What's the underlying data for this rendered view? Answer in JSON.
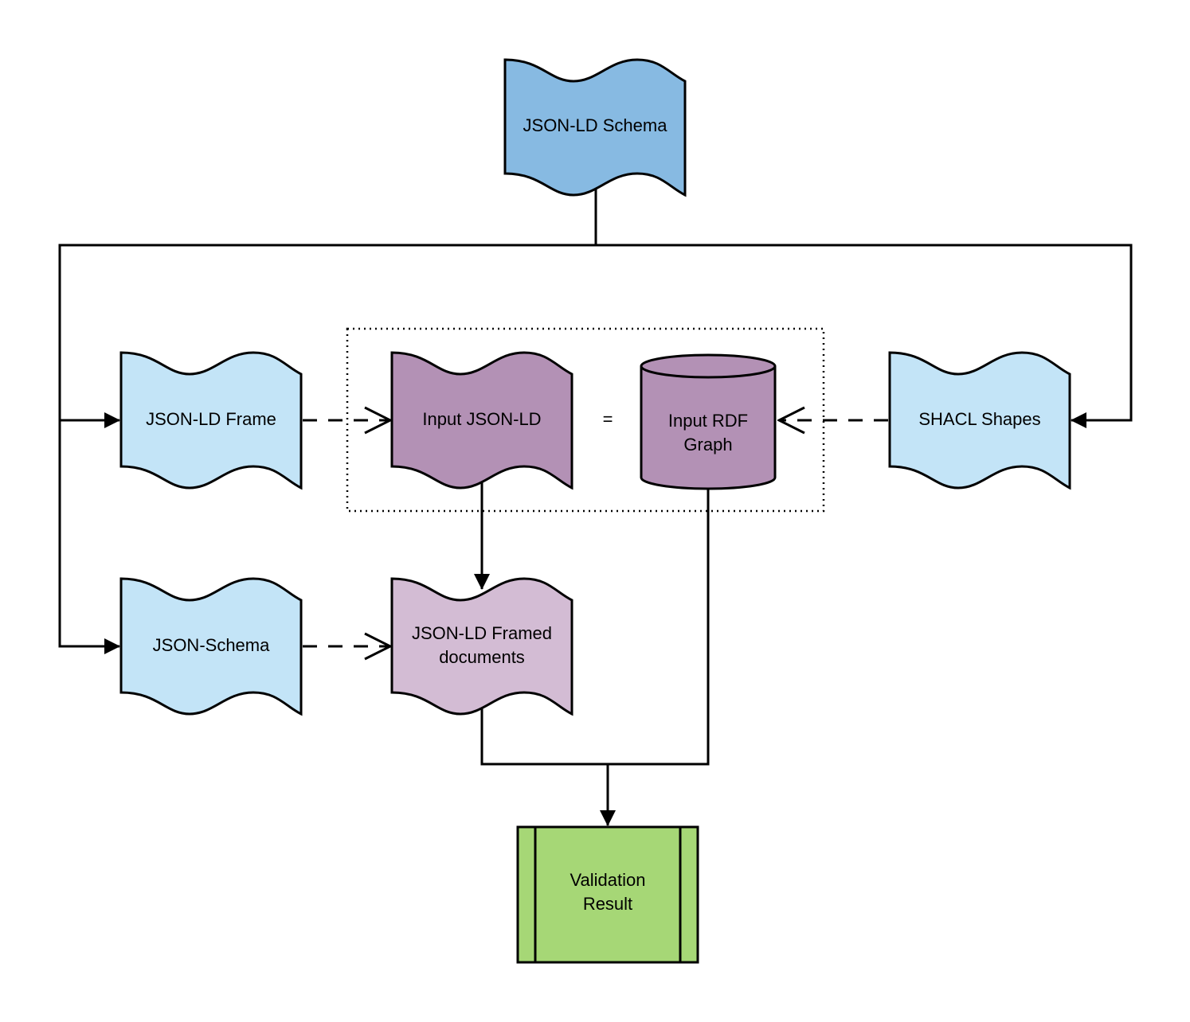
{
  "nodes": {
    "jsonld_schema": {
      "label_lines": [
        "JSON-LD Schema"
      ],
      "fill": "#87bae2"
    },
    "jsonld_frame": {
      "label_lines": [
        "JSON-LD Frame"
      ],
      "fill": "#c3e4f7"
    },
    "input_jsonld": {
      "label_lines": [
        "Input JSON-LD"
      ],
      "fill": "#b391b5"
    },
    "input_rdf_graph": {
      "label_lines": [
        "Input RDF",
        "Graph"
      ],
      "fill": "#b391b5"
    },
    "shacl_shapes": {
      "label_lines": [
        "SHACL Shapes"
      ],
      "fill": "#c3e4f7"
    },
    "json_schema": {
      "label_lines": [
        "JSON-Schema"
      ],
      "fill": "#c3e4f7"
    },
    "jsonld_framed_documents": {
      "label_lines": [
        "JSON-LD Framed",
        "documents"
      ],
      "fill": "#d3bcd4"
    },
    "validation_result": {
      "label_lines": [
        "Validation",
        "Result"
      ],
      "fill": "#a6d776"
    }
  },
  "equals_symbol": "=",
  "edges": [
    {
      "from": "jsonld_schema",
      "to": "jsonld_frame",
      "style": "solid"
    },
    {
      "from": "jsonld_schema",
      "to": "json_schema",
      "style": "solid"
    },
    {
      "from": "jsonld_schema",
      "to": "shacl_shapes",
      "style": "solid"
    },
    {
      "from": "jsonld_frame",
      "to": "input_jsonld",
      "style": "dashed"
    },
    {
      "from": "shacl_shapes",
      "to": "input_rdf_graph",
      "style": "dashed"
    },
    {
      "from": "input_jsonld",
      "to": "jsonld_framed_documents",
      "style": "solid"
    },
    {
      "from": "json_schema",
      "to": "jsonld_framed_documents",
      "style": "dashed"
    },
    {
      "from": "jsonld_framed_documents",
      "to": "validation_result",
      "style": "solid"
    },
    {
      "from": "input_rdf_graph",
      "to": "validation_result",
      "style": "solid"
    }
  ]
}
